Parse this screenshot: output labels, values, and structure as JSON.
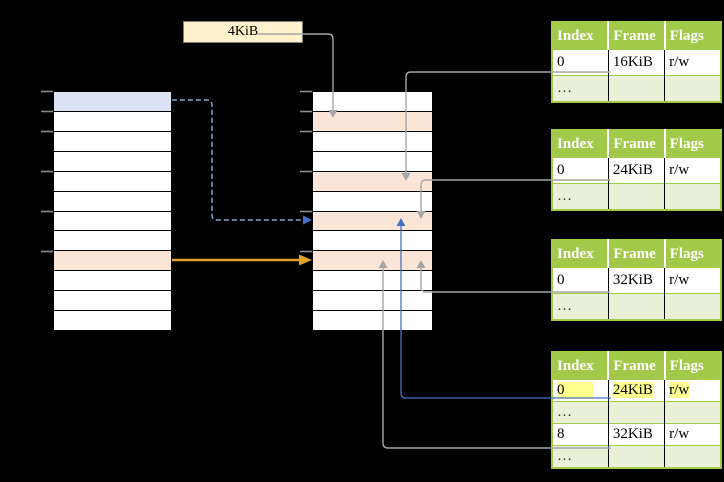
{
  "colors": {
    "background": "#000000",
    "row_blue": "#dae3f3",
    "row_peach": "#fbe5d6",
    "box_cream": "#fff2cc",
    "table_header_green": "#a2c949",
    "table_shaded_row": "#eaf1d8",
    "highlight_yellow": "#feff8e",
    "connector_gray": "#a6a6a6",
    "connector_blue": "#4472c4",
    "connector_dashed_blue": "#85a3d6",
    "connector_gold": "#dfa126"
  },
  "page_size_box": {
    "label": "4KiB"
  },
  "left_column": {
    "name": "virtual-memory-column",
    "row_count": 12,
    "highlight_rows": {
      "0": "blue",
      "8": "peach"
    },
    "tick_positions": [
      0,
      1,
      2,
      4,
      6,
      8
    ]
  },
  "middle_column": {
    "name": "physical-memory-column",
    "row_count": 12,
    "highlight_rows": {
      "1": "peach",
      "4": "peach",
      "6": "peach",
      "8": "peach"
    },
    "tick_positions": [
      0,
      1,
      2,
      4,
      6,
      8
    ]
  },
  "tables": [
    {
      "name": "page-table-16kib",
      "headers": [
        "Index",
        "Frame",
        "Flags"
      ],
      "rows": [
        {
          "cells": [
            "0",
            "16KiB",
            "r/w"
          ],
          "shaded": false,
          "highlighted": false
        },
        {
          "cells": [
            "…",
            "",
            ""
          ],
          "shaded": true,
          "highlighted": false
        }
      ]
    },
    {
      "name": "page-table-24kib",
      "headers": [
        "Index",
        "Frame",
        "Flags"
      ],
      "rows": [
        {
          "cells": [
            "0",
            "24KiB",
            "r/w"
          ],
          "shaded": false,
          "highlighted": false
        },
        {
          "cells": [
            "…",
            "",
            ""
          ],
          "shaded": true,
          "highlighted": false
        }
      ]
    },
    {
      "name": "page-table-32kib",
      "headers": [
        "Index",
        "Frame",
        "Flags"
      ],
      "rows": [
        {
          "cells": [
            "0",
            "32KiB",
            "r/w"
          ],
          "shaded": false,
          "highlighted": false
        },
        {
          "cells": [
            "…",
            "",
            ""
          ],
          "shaded": true,
          "highlighted": false
        }
      ]
    },
    {
      "name": "page-table-level2",
      "headers": [
        "Index",
        "Frame",
        "Flags"
      ],
      "rows": [
        {
          "cells": [
            "0",
            "24KiB",
            "r/w"
          ],
          "shaded": false,
          "highlighted": true
        },
        {
          "cells": [
            "…",
            "",
            ""
          ],
          "shaded": true,
          "highlighted": false
        },
        {
          "cells": [
            "8",
            "32KiB",
            "r/w"
          ],
          "shaded": false,
          "highlighted": false
        },
        {
          "cells": [
            "…",
            "",
            ""
          ],
          "shaded": true,
          "highlighted": false
        }
      ]
    }
  ]
}
